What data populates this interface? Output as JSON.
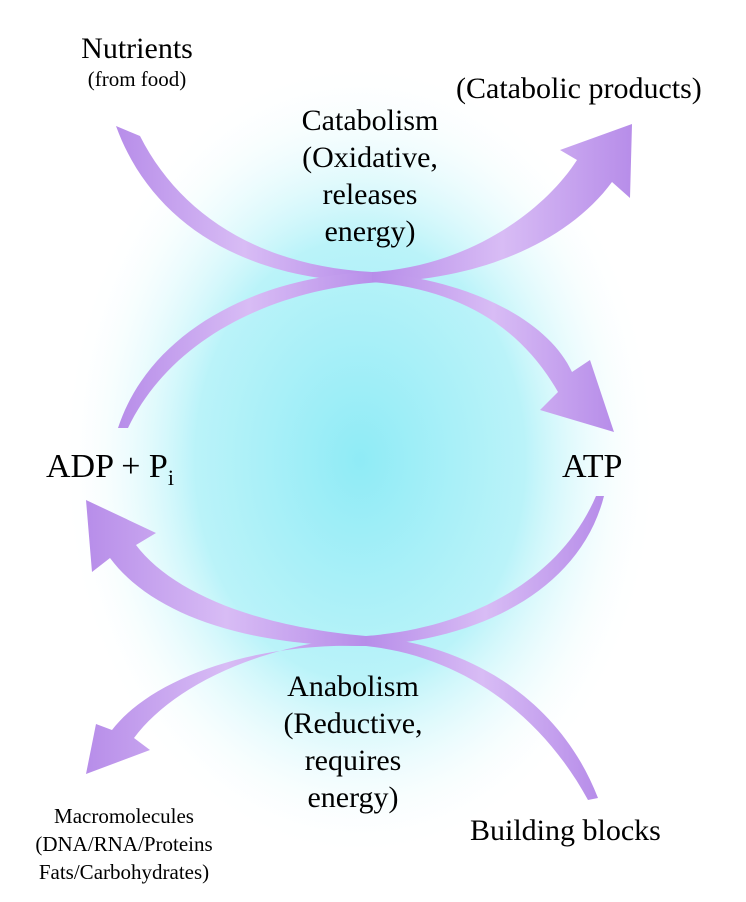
{
  "nutrients": {
    "title": "Nutrients",
    "subtitle": "(from food)"
  },
  "catabolic_products": "(Catabolic products)",
  "catabolism": {
    "line1": "Catabolism",
    "line2": "(Oxidative,",
    "line3": "releases",
    "line4": "energy)"
  },
  "adp": {
    "main": "ADP + P",
    "subscript": "i"
  },
  "atp": "ATP",
  "anabolism": {
    "line1": "Anabolism",
    "line2": "(Reductive,",
    "line3": "requires",
    "line4": "energy)"
  },
  "macromolecules": {
    "line1": "Macromolecules",
    "line2": "(DNA/RNA/Proteins",
    "line3": "Fats/Carbohydrates)"
  },
  "building_blocks": "Building blocks",
  "colors": {
    "arrow": "#b58be8",
    "arrow_light": "#d9bdf5",
    "glow": "#9eeef7"
  }
}
